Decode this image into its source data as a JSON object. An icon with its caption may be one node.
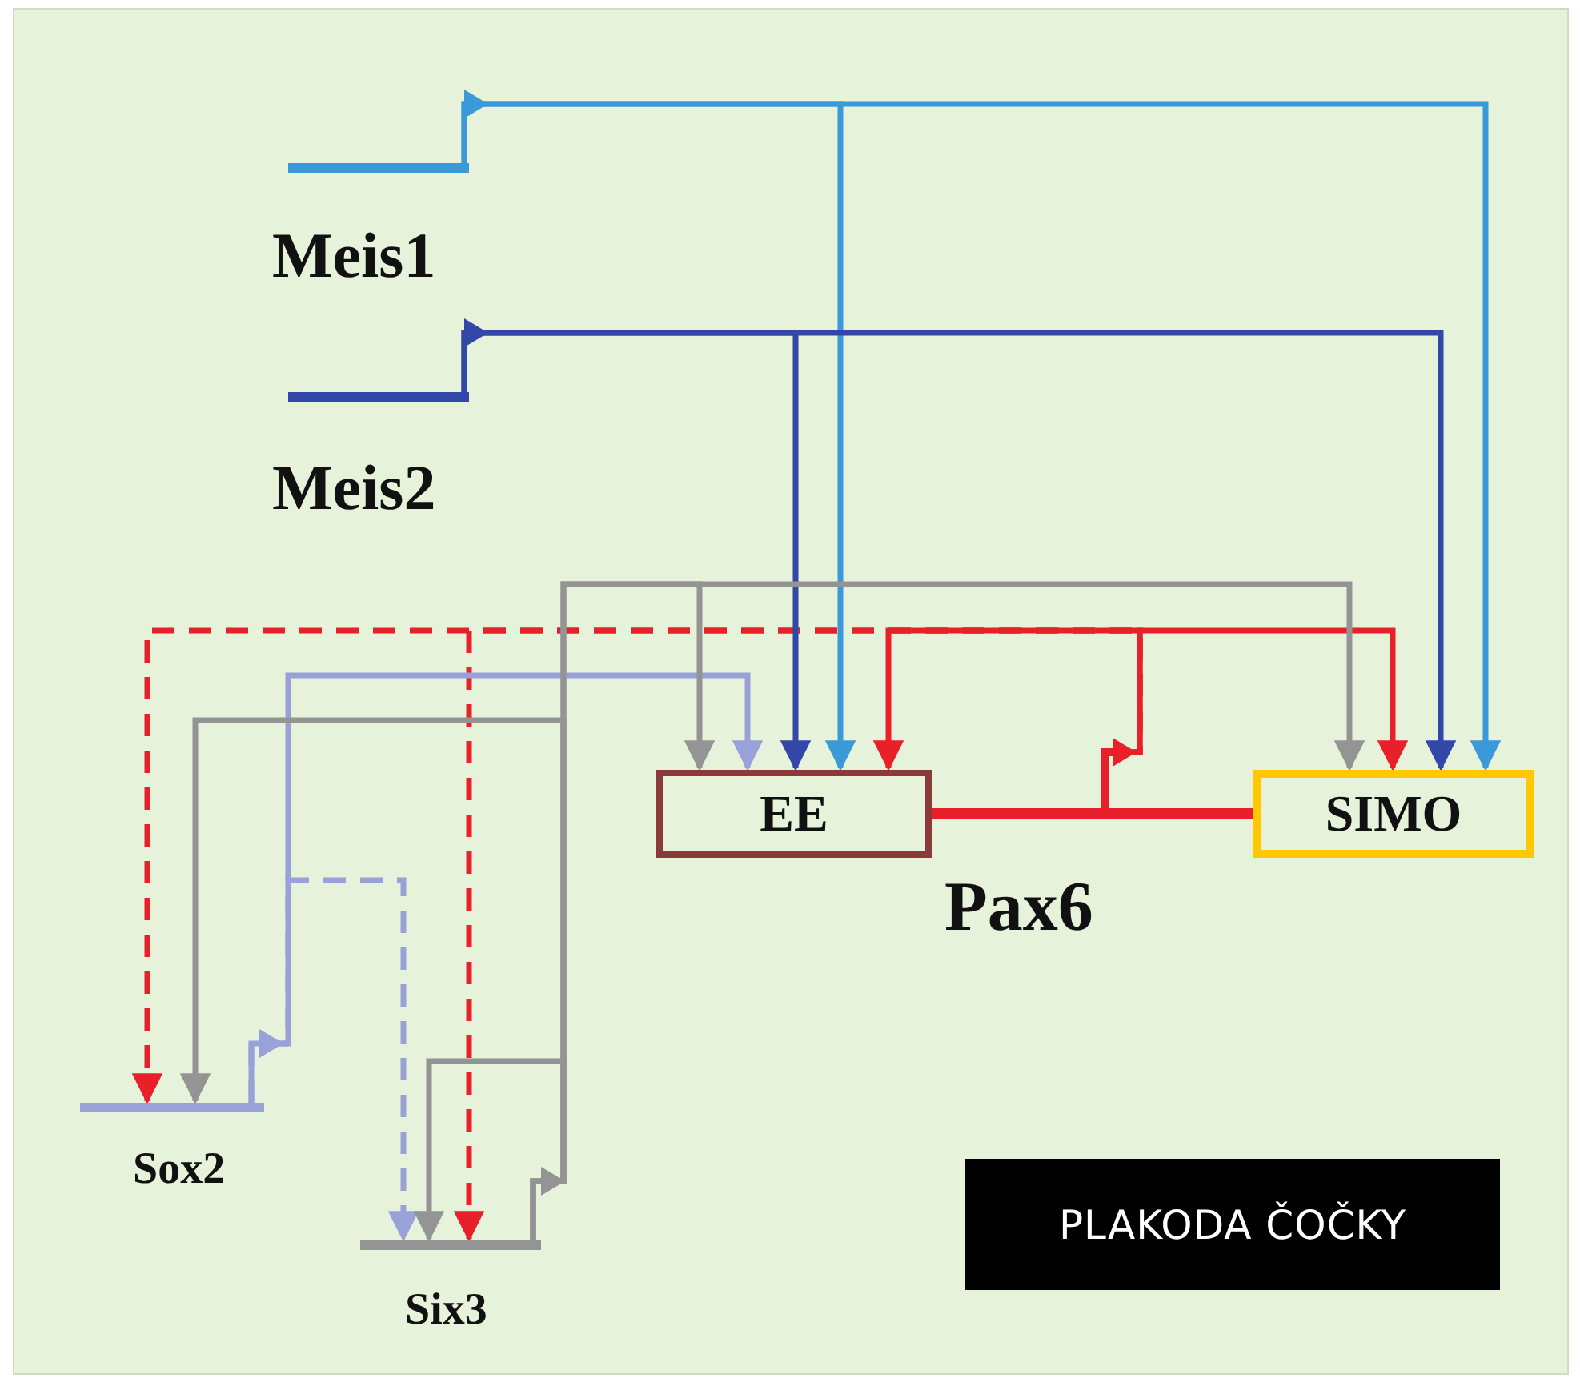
{
  "diagram": {
    "nodes": [
      {
        "text": [
          "Meis1"
        ]
      },
      {
        "text": [
          "Meis2"
        ]
      },
      {
        "text": [
          "EE"
        ]
      },
      {
        "text": [
          "SIMO"
        ]
      },
      {
        "text": [
          "Pax6"
        ]
      },
      {
        "text": [
          "Sox2"
        ]
      },
      {
        "text": [
          "Six3"
        ]
      },
      {
        "text": [
          "PLAKODA ČOČKY"
        ]
      }
    ],
    "edges": [
      {
        "from": 0,
        "to": 2,
        "arrow": "to",
        "color": "#3a9ad9"
      },
      {
        "from": 0,
        "to": 3,
        "arrow": "to",
        "color": "#3a9ad9"
      },
      {
        "from": 1,
        "to": 2,
        "arrow": "to",
        "color": "#3347a8"
      },
      {
        "from": 1,
        "to": 3,
        "arrow": "to",
        "color": "#3347a8"
      },
      {
        "from": 4,
        "to": 2,
        "arrow": "to",
        "color": "#e8202a"
      },
      {
        "from": 4,
        "to": 3,
        "arrow": "to",
        "color": "#e8202a"
      },
      {
        "from": 4,
        "to": 5,
        "arrow": "to",
        "style": "dashed",
        "color": "#e8202a"
      },
      {
        "from": 4,
        "to": 6,
        "arrow": "to",
        "style": "dashed",
        "color": "#e8202a"
      },
      {
        "from": 5,
        "to": 2,
        "arrow": "to",
        "color": "#98a2d8"
      },
      {
        "from": 5,
        "to": 6,
        "arrow": "to",
        "style": "dashed",
        "color": "#98a2d8"
      },
      {
        "from": 6,
        "to": 2,
        "arrow": "to",
        "color": "#949494"
      },
      {
        "from": 6,
        "to": 3,
        "arrow": "to",
        "color": "#949494"
      },
      {
        "from": 6,
        "to": 5,
        "arrow": "to",
        "color": "#949494"
      },
      {
        "from": 6,
        "to": 6,
        "arrow": "to",
        "color": "#949494"
      }
    ]
  }
}
